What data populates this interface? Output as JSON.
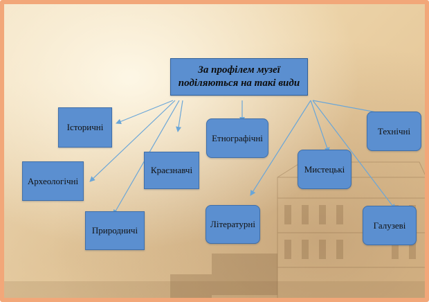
{
  "title": {
    "line1": "За профілем музеї",
    "line2": "поділяються на такі види"
  },
  "categories": [
    "Історичні",
    "Археологічні",
    "Природничі",
    "Краєзнавчі",
    "Етнографічні",
    "Літературні",
    "Мистецькі",
    "Галузеві",
    "Технічні"
  ],
  "colors": {
    "box_fill": "#5b8fd0",
    "border_frame": "#f2a779",
    "arrow": "#6aa6d8"
  }
}
